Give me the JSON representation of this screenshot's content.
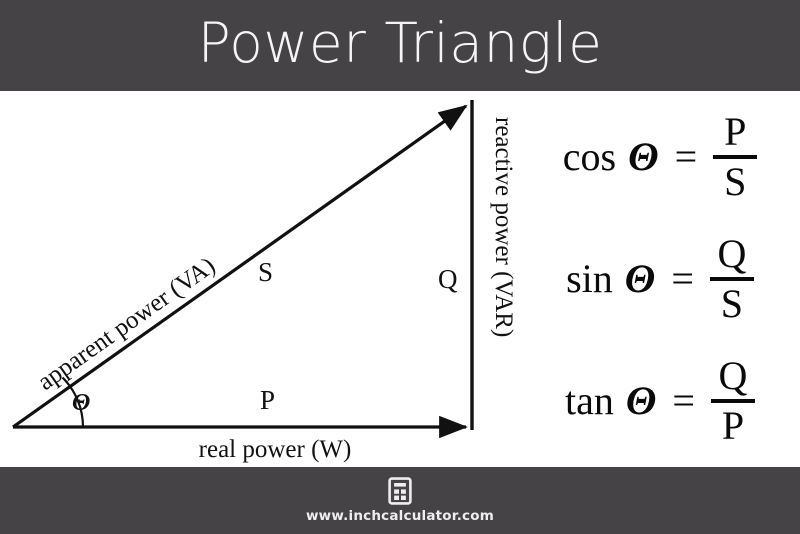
{
  "header": {
    "title": "Power Triangle",
    "background_color": "#454346",
    "text_color": "#f6f5f6"
  },
  "diagram": {
    "hypotenuse_label": "apparent power (VA)",
    "hypotenuse_symbol": "S",
    "vertical_label": "reactive power (VAR)",
    "vertical_symbol": "Q",
    "base_label": "real power (W)",
    "base_symbol": "P",
    "angle_symbol": "Θ",
    "stroke_color": "#111111"
  },
  "formulas": [
    {
      "function": "cos",
      "theta": "Θ",
      "equals": "=",
      "numerator": "P",
      "denominator": "S"
    },
    {
      "function": "sin",
      "theta": "Θ",
      "equals": "=",
      "numerator": "Q",
      "denominator": "S"
    },
    {
      "function": "tan",
      "theta": "Θ",
      "equals": "=",
      "numerator": "Q",
      "denominator": "P"
    }
  ],
  "footer": {
    "icon": "calculator-icon",
    "url": "www.inchcalculator.com",
    "background_color": "#454346",
    "text_color": "#efeeef"
  }
}
